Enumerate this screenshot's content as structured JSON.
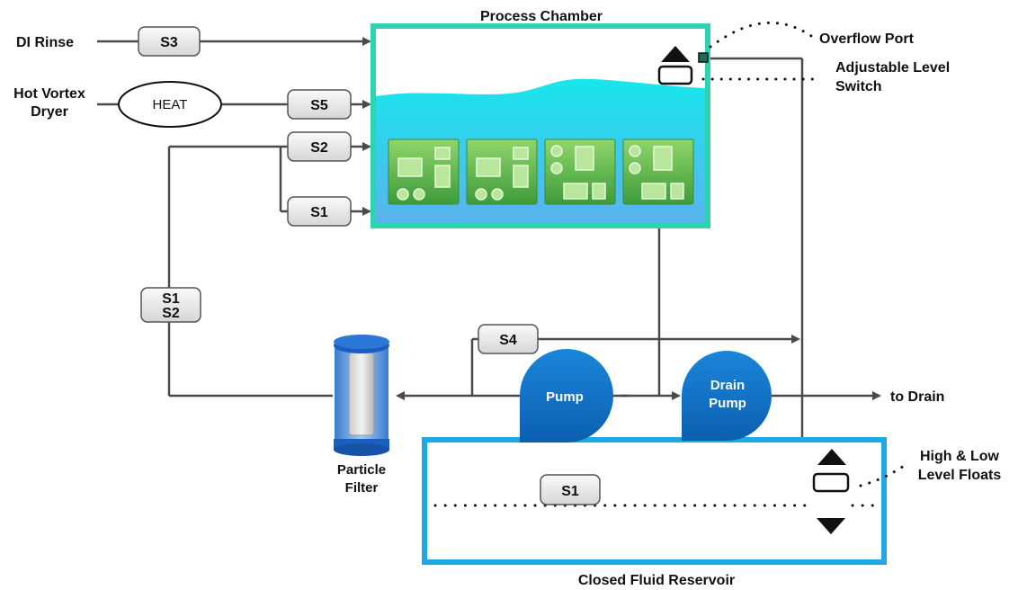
{
  "titles": {
    "chamber": "Process Chamber",
    "reservoir": "Closed Fluid Reservoir"
  },
  "inputs": {
    "di_rinse": "DI Rinse",
    "hot_vortex_line1": "Hot Vortex",
    "hot_vortex_line2": "Dryer",
    "heater": "HEAT"
  },
  "valves": {
    "s3": "S3",
    "s5": "S5",
    "s2": "S2",
    "s1_top": "S1",
    "s1s2_line1": "S1",
    "s1s2_line2": "S2",
    "s4": "S4",
    "s1_reservoir": "S1"
  },
  "pumps": {
    "pump": "Pump",
    "drain_line1": "Drain",
    "drain_line2": "Pump"
  },
  "filter": {
    "line1": "Particle",
    "line2": "Filter"
  },
  "callouts": {
    "overflow": "Overflow Port",
    "level_switch_line1": "Adjustable Level",
    "level_switch_line2": "Switch",
    "floats_line1": "High & Low",
    "floats_line2": "Level Floats",
    "to_drain": "to Drain"
  },
  "colors": {
    "chamber_border": "#2ed3b0",
    "fluid_top": "#16e3ea",
    "fluid_bottom": "#5bb8ee",
    "reservoir_border": "#1fa8e6",
    "pump_blue": "#0f6fc4",
    "board_green": "#6bbf4a",
    "line": "#4a4a4a"
  }
}
